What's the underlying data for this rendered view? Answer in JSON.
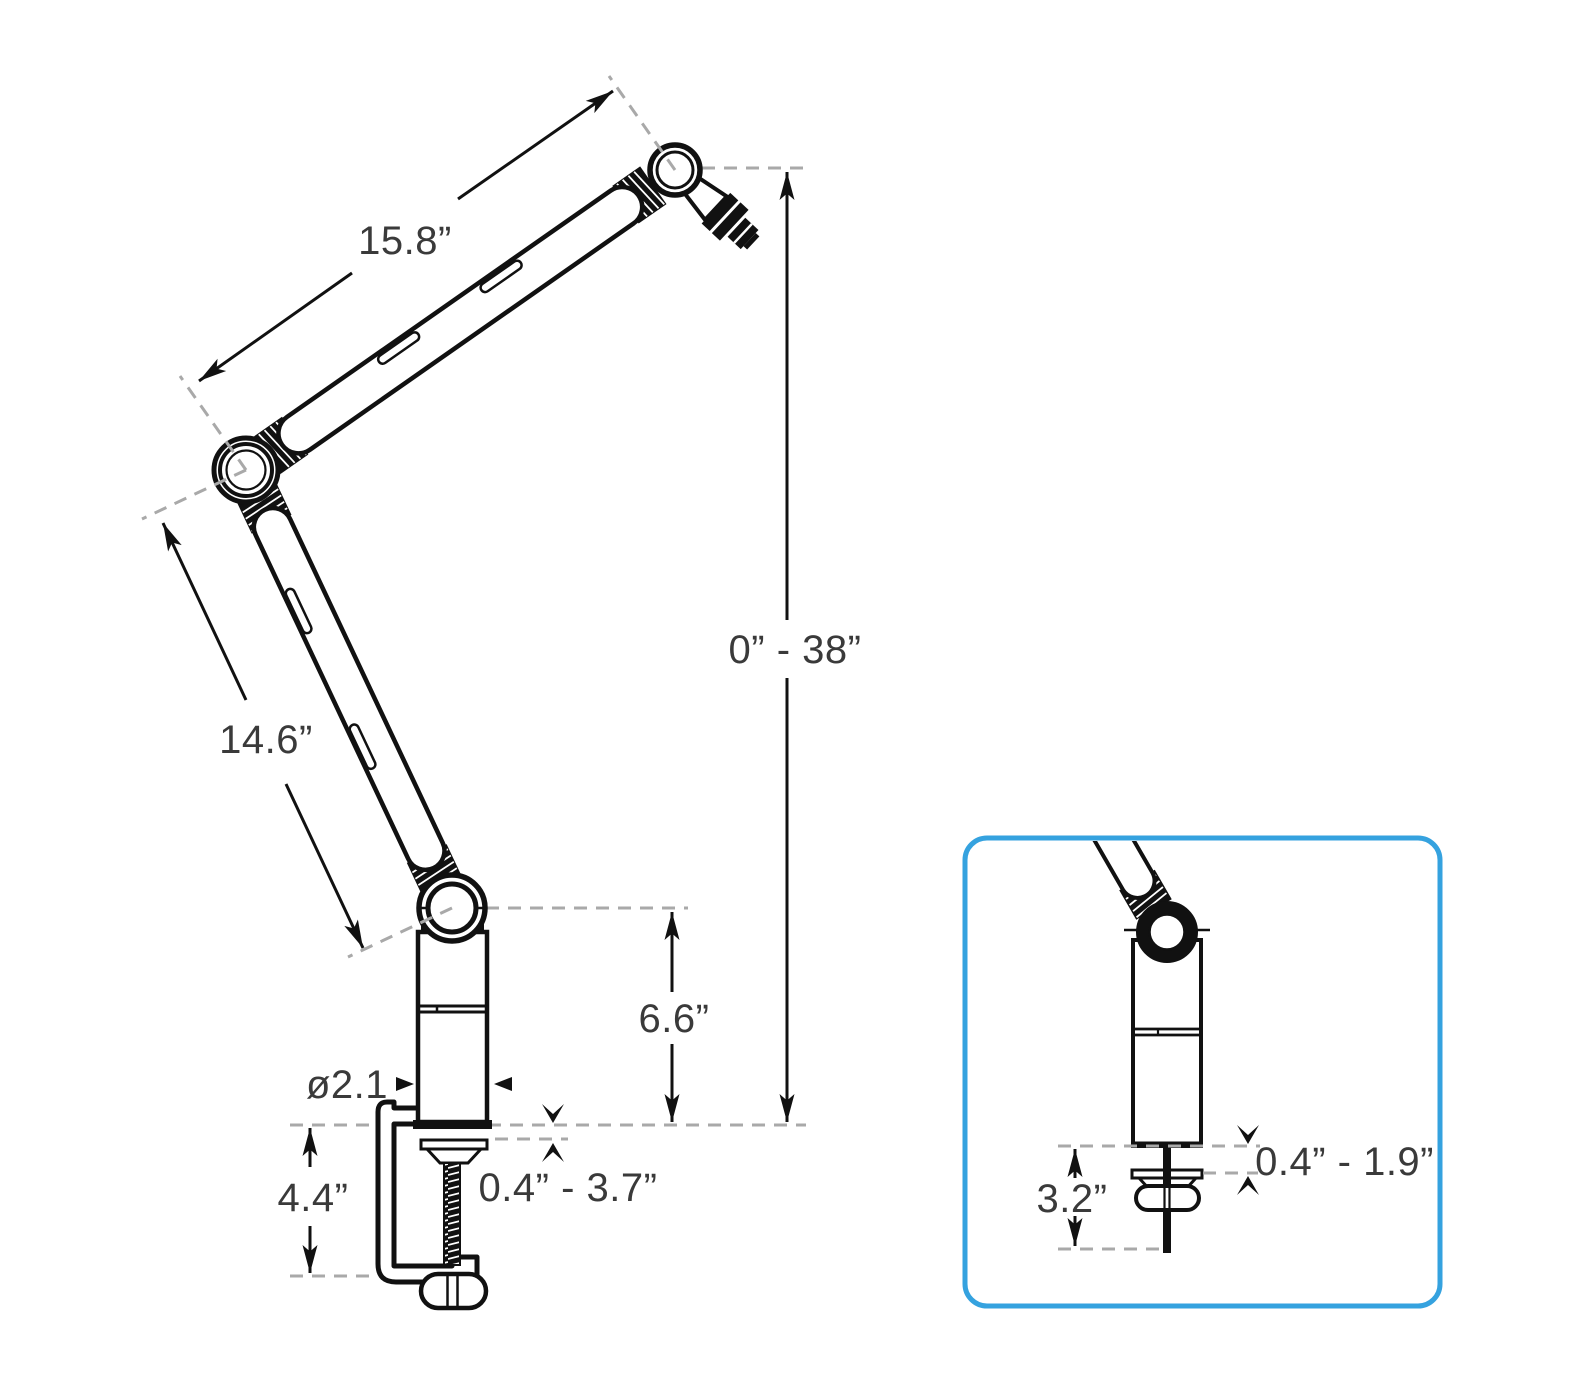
{
  "diagram": {
    "type": "technical-dimension-drawing",
    "subject": "desk-mounted microphone boom arm, side elevation with clamp mount; inset shows grommet mount detail",
    "colors": {
      "line": "#111111",
      "dashed_line": "#a9a9a9",
      "label_text": "#3a3a3a",
      "inset_border": "#35a2df",
      "background": "#ffffff"
    },
    "labels": {
      "upper_arm_length": "15.8”",
      "lower_arm_length": "14.6”",
      "height_adjustment_range": "0” - 38”",
      "riser_height": "6.6”",
      "pole_diameter": "ø2.1",
      "desk_thickness_range": "0.4” - 3.7”",
      "clamp_height": "4.4”",
      "grommet_shaft_length": "3.2”",
      "grommet_thickness_range": "0.4” - 1.9”"
    },
    "parts": [
      "upper-boom-arm",
      "lower-boom-arm",
      "top-swivel-joint",
      "mic-thread-adapter",
      "elbow-joint",
      "base-joint",
      "riser-column",
      "c-clamp-mount",
      "clamp-screw",
      "clamp-knob",
      "desk-surface-line",
      "grommet-mount-inset"
    ]
  }
}
